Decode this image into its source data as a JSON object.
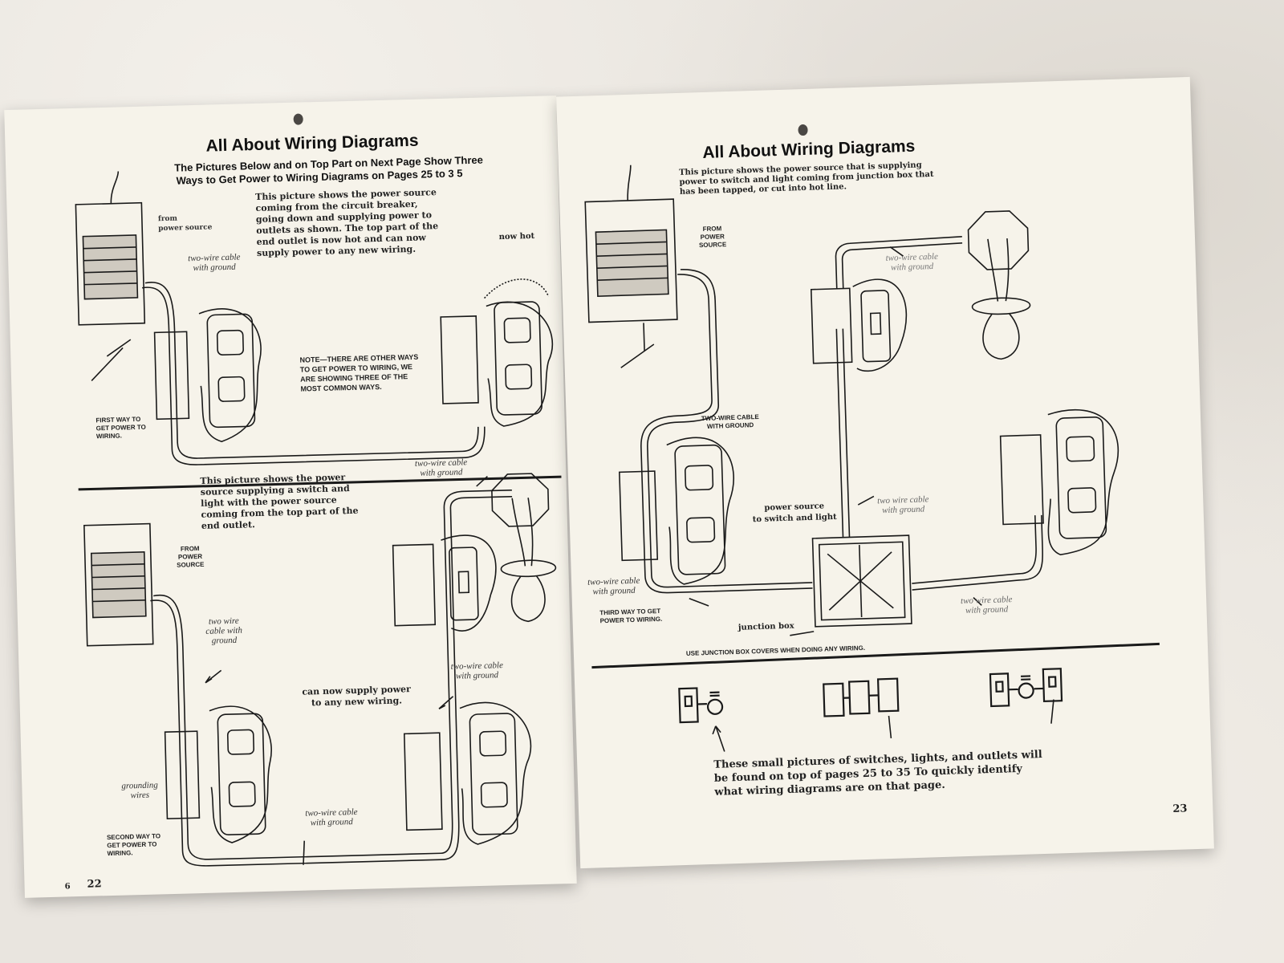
{
  "left_page": {
    "title": "All About Wiring Diagrams",
    "subtitle_line1": "The Pictures Below and on Top Part on Next Page Show Three",
    "subtitle_line2": "Ways to Get Power to Wiring Diagrams on Pages 25 to 3 5",
    "top": {
      "from_power_source": "from\npower source",
      "two_wire_cable": "two-wire cable\nwith ground",
      "description": "This picture shows the power source coming from the circuit breaker, going down and supplying power to outlets as shown. The top part of the end outlet is now hot and can now supply power to any new wiring.",
      "now_hot": "now hot",
      "note": "NOTE—THERE ARE OTHER WAYS TO GET POWER TO WIRING, WE ARE SHOWING THREE OF THE MOST COMMON WAYS.",
      "first_way": "FIRST WAY TO GET POWER TO WIRING."
    },
    "bottom": {
      "description": "This picture shows the power source supplying a switch and light with the power source coming from the top part of the end outlet.",
      "two_wire_cable_top": "two-wire cable\nwith ground",
      "from_power_source": "from\nPOWER\nSOURCE",
      "two_wire_cable_left": "two wire\ncable with\nground",
      "two_wire_cable_right": "two-wire cable\nwith ground",
      "can_now_supply": "can now supply power\nto any new wiring.",
      "grounding_wires": "grounding\nwires",
      "two_wire_cable_bottom": "two-wire cable\nwith ground",
      "second_way": "SECOND WAY TO GET POWER TO WIRING."
    },
    "page_number": "22",
    "margin_mark": "6"
  },
  "right_page": {
    "title": "All About Wiring Diagrams",
    "description": "This picture shows the power source that is supplying power to switch and light coming from junction box that has been tapped, or cut into hot line.",
    "from_power_source": "from\nPOWER\nSOURCE",
    "two_wire_cable_top": "two-wire cable\nwith ground",
    "two_wire_cable_caps": "TWO-WIRE CABLE\nWITH GROUND",
    "power_source_label": "power source\nto switch and light",
    "two_wire_cable_mid": "two wire cable\nwith ground",
    "two_wire_cable_left": "two-wire cable\nwith ground",
    "third_way": "THIRD WAY TO GET POWER TO WIRING.",
    "junction_box": "junction box",
    "two_wire_cable_bottom": "two wire cable\nwith ground",
    "junction_note": "USE JUNCTION BOX COVERS WHEN DOING ANY WIRING.",
    "caption": "These small pictures of switches, lights, and outlets will be found on top of pages 25 to 35 To quickly identify what wiring diagrams are on that page.",
    "page_number": "23"
  },
  "colors": {
    "paper": "#f6f3ea",
    "ink": "#1a1a1a",
    "background": "#e9e5df"
  }
}
